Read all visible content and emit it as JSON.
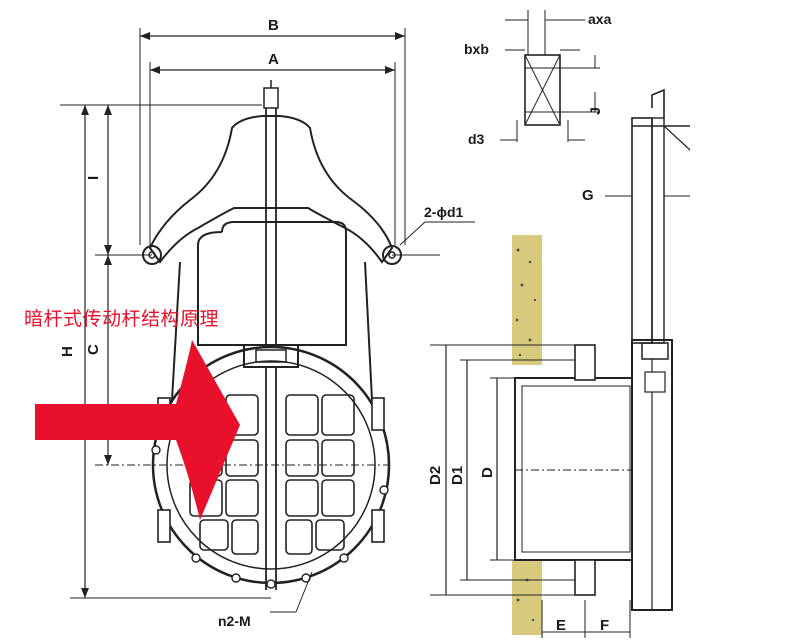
{
  "caption": "暗杆式传动杆结构原理",
  "colors": {
    "caption": "#e8102a",
    "arrow": "#e8102a",
    "ink": "#222222",
    "sand": "#d8ca7c"
  },
  "dimension_labels": {
    "B": "B",
    "A": "A",
    "H": "H",
    "I": "I",
    "C": "C",
    "bolt_holes": "2-ϕd1",
    "flange_holes": "n2-M",
    "axa": "axa",
    "bxb": "bxb",
    "d3": "d3",
    "J": "J",
    "G": "G",
    "D2": "D2",
    "D1": "D1",
    "D": "D",
    "E": "E",
    "F": "F"
  }
}
